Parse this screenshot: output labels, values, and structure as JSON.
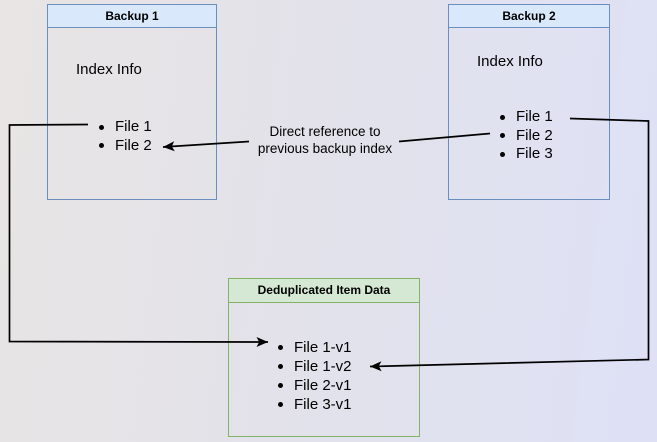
{
  "diagram": {
    "backup1": {
      "title": "Backup 1",
      "subtitle": "Index Info",
      "files": [
        "File 1",
        "File 2"
      ]
    },
    "backup2": {
      "title": "Backup 2",
      "subtitle": "Index Info",
      "files": [
        "File 1",
        "File 2",
        "File 3"
      ]
    },
    "dedup": {
      "title": "Deduplicated Item Data",
      "files": [
        "File 1-v1",
        "File 1-v2",
        "File 2-v1",
        "File 3-v1"
      ]
    },
    "annotation": "Direct reference to\nprevious backup index",
    "colors": {
      "blue_border": "#6c8ebf",
      "blue_header_fill": "#dae8fc",
      "green_border": "#82b366",
      "green_header_fill": "#d5e8d4",
      "connector": "#000000",
      "background_left": "#e8e5e4",
      "background_right": "#dee1f6"
    }
  }
}
